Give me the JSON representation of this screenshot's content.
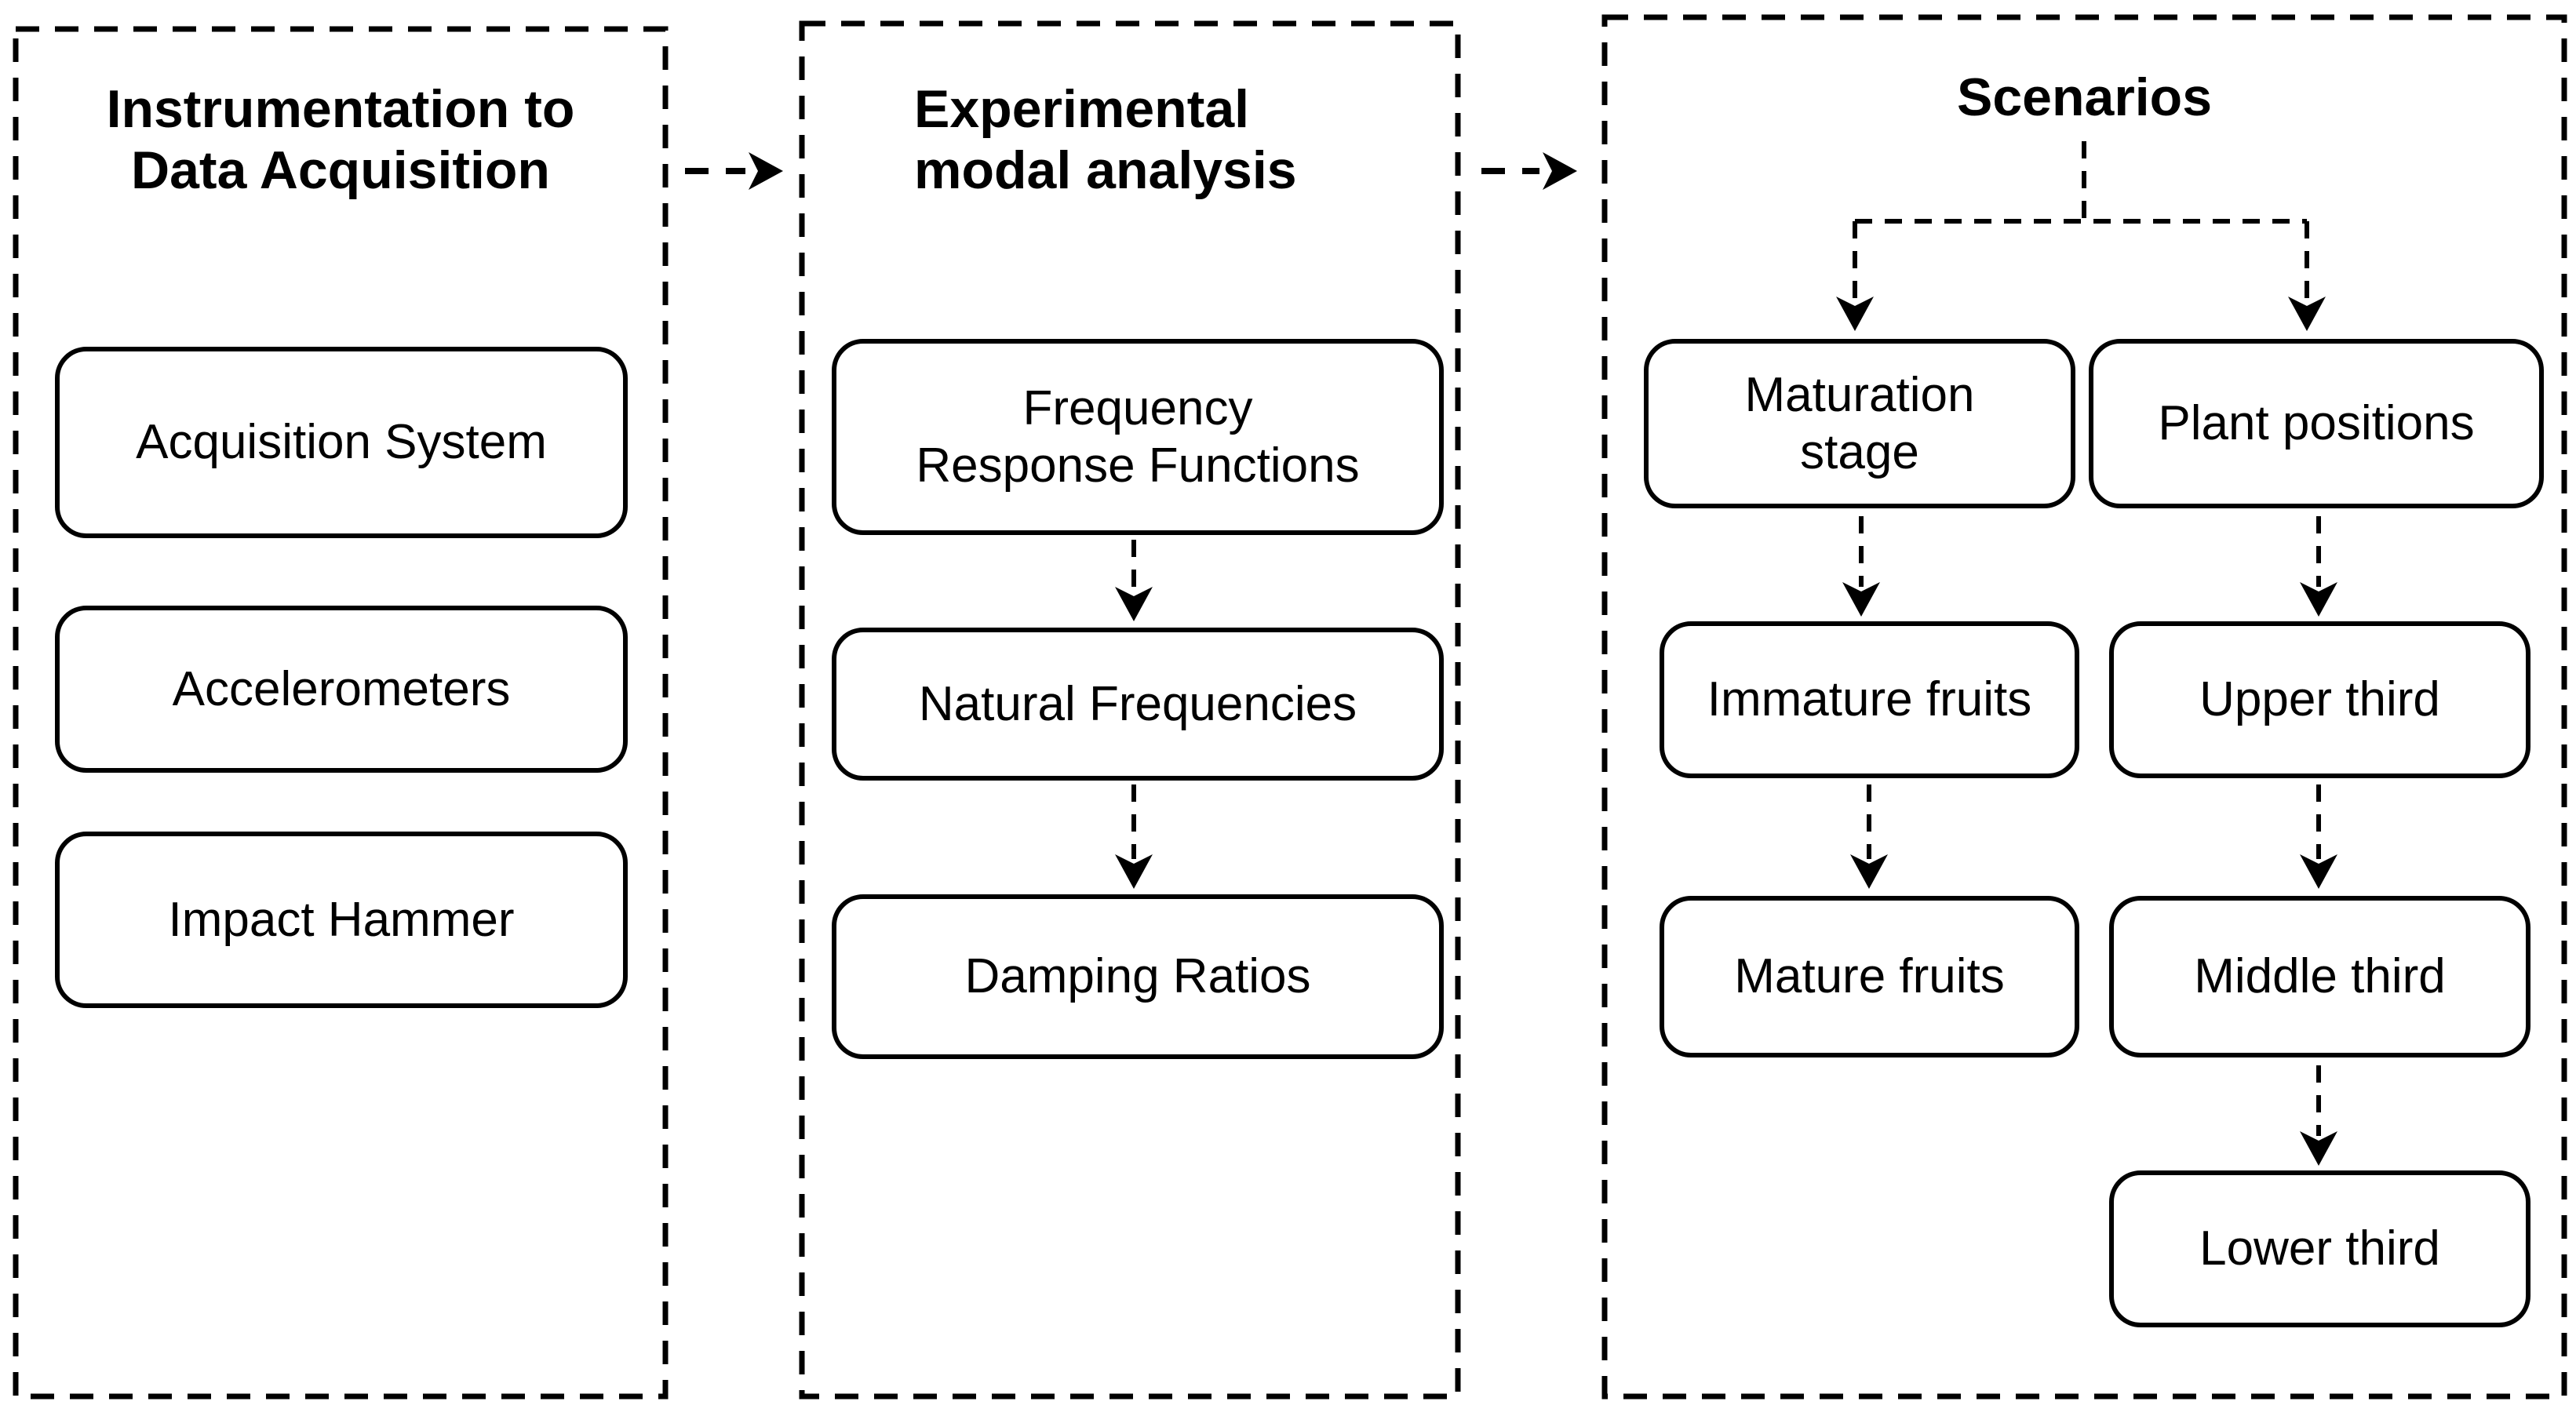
{
  "diagram": {
    "background": "#ffffff",
    "line_color": "#000000",
    "text_color": "#000000",
    "node_fill": "#ffffff",
    "panels": [
      {
        "title": "Instrumentation to\nData Acquisition",
        "boxes": [
          "Acquisition System",
          "Accelerometers",
          "Impact Hammer"
        ]
      },
      {
        "title": "Experimental\nmodal analysis",
        "boxes": [
          "Frequency\nResponse Functions",
          "Natural Frequencies",
          "Damping Ratios"
        ]
      },
      {
        "title": "Scenarios",
        "branches": {
          "left": [
            "Maturation\nstage",
            "Immature fruits",
            "Mature fruits"
          ],
          "right": [
            "Plant positions",
            "Upper third",
            "Middle third",
            "Lower third"
          ]
        }
      }
    ]
  }
}
